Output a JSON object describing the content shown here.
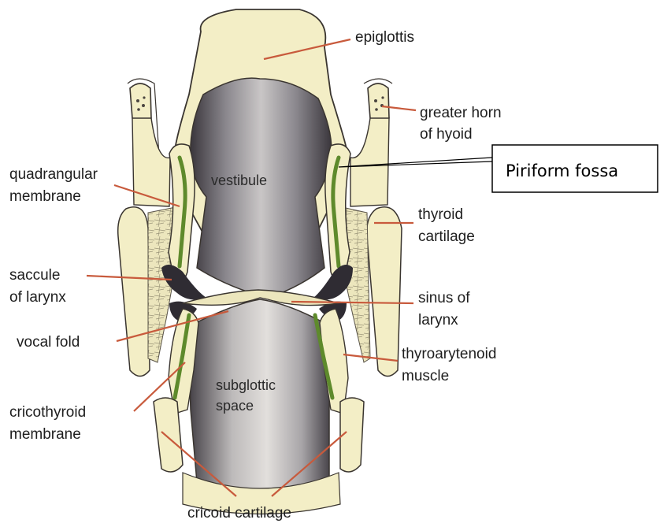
{
  "colors": {
    "tissue": "#f3eec6",
    "tissue_dark": "#e4dcae",
    "lumen": "#8f8d92",
    "lumen_dark": "#2f2c33",
    "membrane_green": "#5e8a2c",
    "leader": "#c85a3c",
    "outline": "#3a3530"
  },
  "labels": {
    "epiglottis": "epiglottis",
    "greater_horn_1": "greater horn",
    "greater_horn_2": "of hyoid",
    "piriform": "Piriform fossa",
    "quadrangular_1": "quadrangular",
    "quadrangular_2": "membrane",
    "vestibule": "vestibule",
    "thyroid_1": "thyroid",
    "thyroid_2": "cartilage",
    "saccule_1": "saccule",
    "saccule_2": "of larynx",
    "sinus_1": "sinus of",
    "sinus_2": "larynx",
    "vocal_fold": "vocal fold",
    "thyroarytenoid_1": "thyroarytenoid",
    "thyroarytenoid_2": "muscle",
    "subglottic_1": "subglottic",
    "subglottic_2": "space",
    "cricothyroid_1": "cricothyroid",
    "cricothyroid_2": "membrane",
    "cricoid": "cricoid cartilage"
  }
}
